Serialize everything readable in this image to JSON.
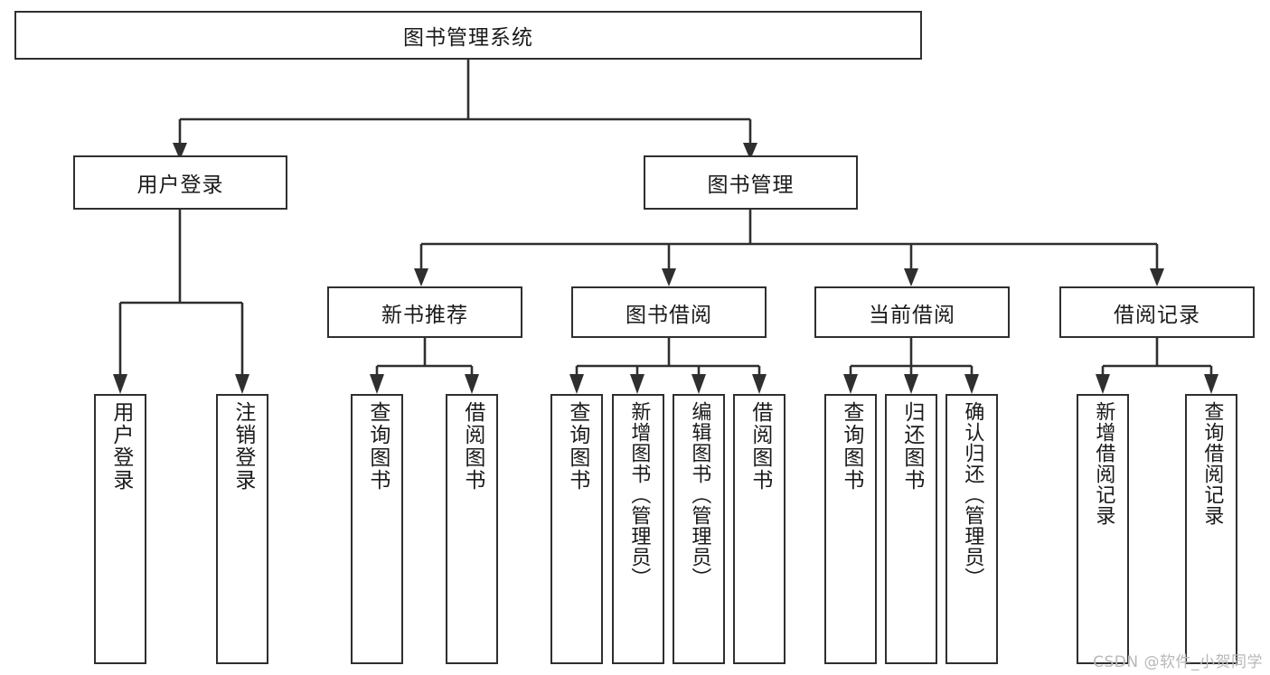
{
  "diagram": {
    "type": "tree",
    "title_node": {
      "id": "root",
      "label": "图书管理系统"
    },
    "level2": [
      {
        "id": "user-login",
        "label": "用户登录"
      },
      {
        "id": "book-mgmt",
        "label": "图书管理"
      }
    ],
    "level3": [
      {
        "id": "new-book-rec",
        "label": "新书推荐",
        "parent": "book-mgmt"
      },
      {
        "id": "book-borrow",
        "label": "图书借阅",
        "parent": "book-mgmt"
      },
      {
        "id": "current-borrow",
        "label": "当前借阅",
        "parent": "book-mgmt"
      },
      {
        "id": "borrow-record",
        "label": "借阅记录",
        "parent": "book-mgmt"
      }
    ],
    "leaves": [
      {
        "id": "leaf-user-login",
        "label": "用户登录",
        "parent": "user-login"
      },
      {
        "id": "leaf-logout",
        "label": "注销登录",
        "parent": "user-login"
      },
      {
        "id": "leaf-query-book-1",
        "label": "查询图书",
        "parent": "new-book-rec"
      },
      {
        "id": "leaf-borrow-book-1",
        "label": "借阅图书",
        "parent": "new-book-rec"
      },
      {
        "id": "leaf-query-book-2",
        "label": "查询图书",
        "parent": "book-borrow"
      },
      {
        "id": "leaf-add-book",
        "label": "新增图书（管理员）",
        "parent": "book-borrow"
      },
      {
        "id": "leaf-edit-book",
        "label": "编辑图书（管理员）",
        "parent": "book-borrow"
      },
      {
        "id": "leaf-borrow-book-2",
        "label": "借阅图书",
        "parent": "book-borrow"
      },
      {
        "id": "leaf-query-book-3",
        "label": "查询图书",
        "parent": "current-borrow"
      },
      {
        "id": "leaf-return-book",
        "label": "归还图书",
        "parent": "current-borrow"
      },
      {
        "id": "leaf-confirm-return",
        "label": "确认归还（管理员）",
        "parent": "current-borrow"
      },
      {
        "id": "leaf-add-record",
        "label": "新增借阅记录",
        "parent": "borrow-record"
      },
      {
        "id": "leaf-query-record",
        "label": "查询借阅记录",
        "parent": "borrow-record"
      }
    ],
    "watermark": "CSDN @软件_小贺同学",
    "colors": {
      "border": "#2f2f2f",
      "background": "#ffffff",
      "text": "#1a1a1a",
      "watermark": "#b8b8b8"
    }
  }
}
